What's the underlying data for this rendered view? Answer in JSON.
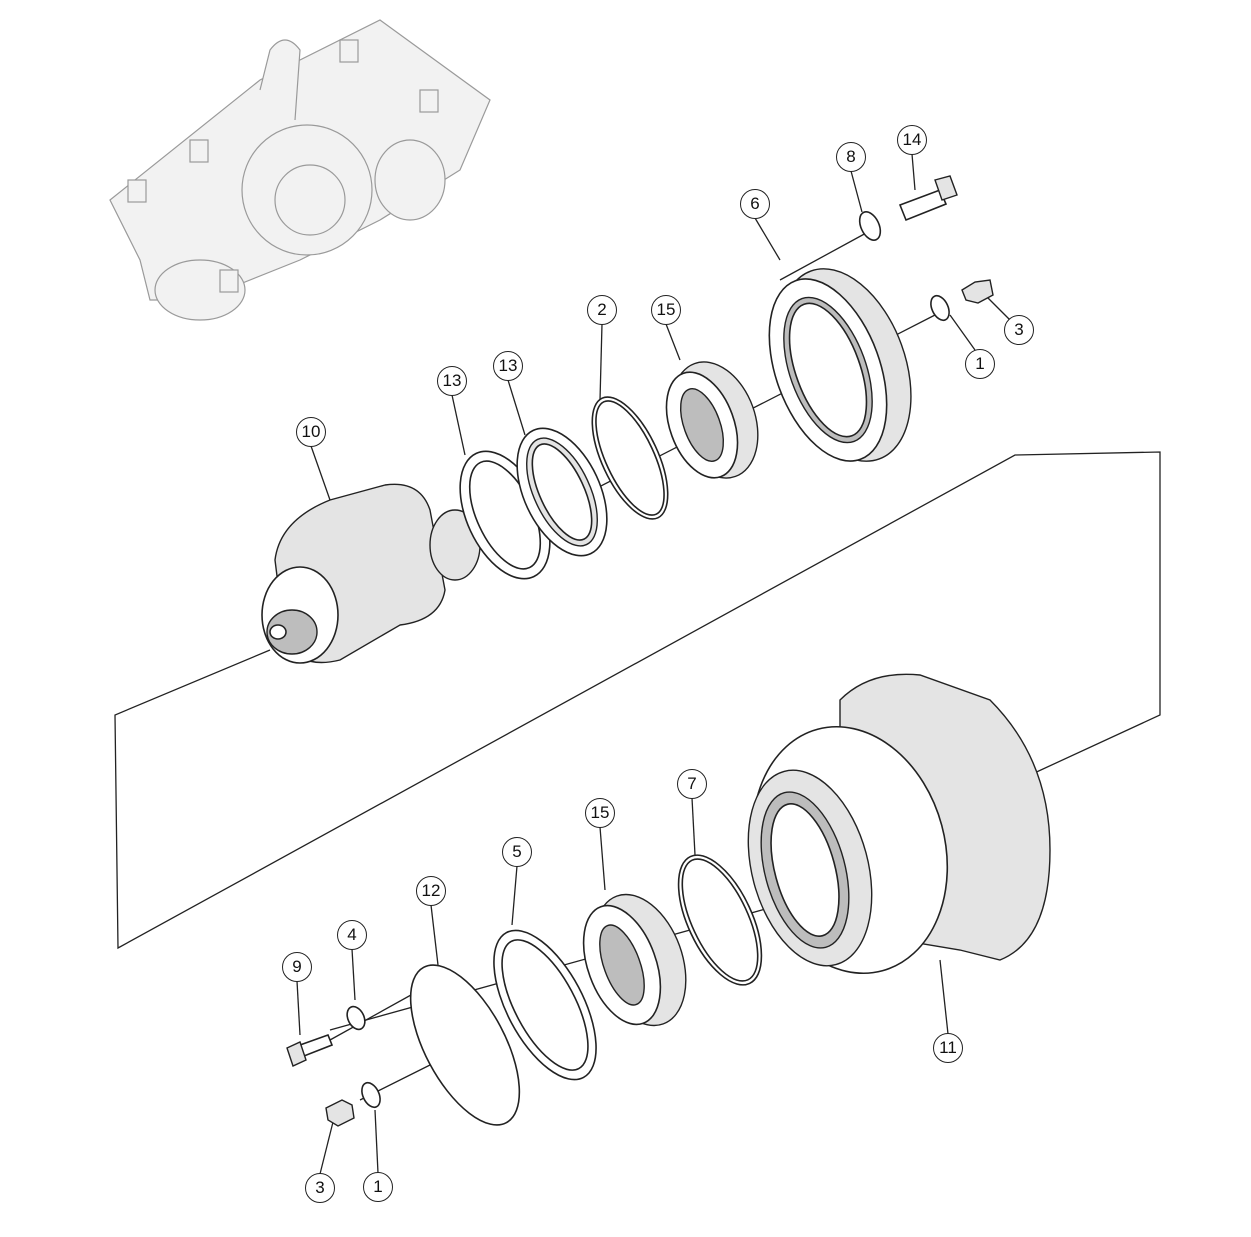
{
  "diagram": {
    "type": "exploded-parts-view",
    "callouts": [
      {
        "id": "c14",
        "label": "14"
      },
      {
        "id": "c8",
        "label": "8"
      },
      {
        "id": "c6",
        "label": "6"
      },
      {
        "id": "c3a",
        "label": "3"
      },
      {
        "id": "c1a",
        "label": "1"
      },
      {
        "id": "c2",
        "label": "2"
      },
      {
        "id": "c15a",
        "label": "15"
      },
      {
        "id": "c13a",
        "label": "13"
      },
      {
        "id": "c13b",
        "label": "13"
      },
      {
        "id": "c10",
        "label": "10"
      },
      {
        "id": "c7",
        "label": "7"
      },
      {
        "id": "c15b",
        "label": "15"
      },
      {
        "id": "c5",
        "label": "5"
      },
      {
        "id": "c12",
        "label": "12"
      },
      {
        "id": "c4",
        "label": "4"
      },
      {
        "id": "c9",
        "label": "9"
      },
      {
        "id": "c11",
        "label": "11"
      },
      {
        "id": "c3b",
        "label": "3"
      },
      {
        "id": "c1b",
        "label": "1"
      }
    ]
  }
}
